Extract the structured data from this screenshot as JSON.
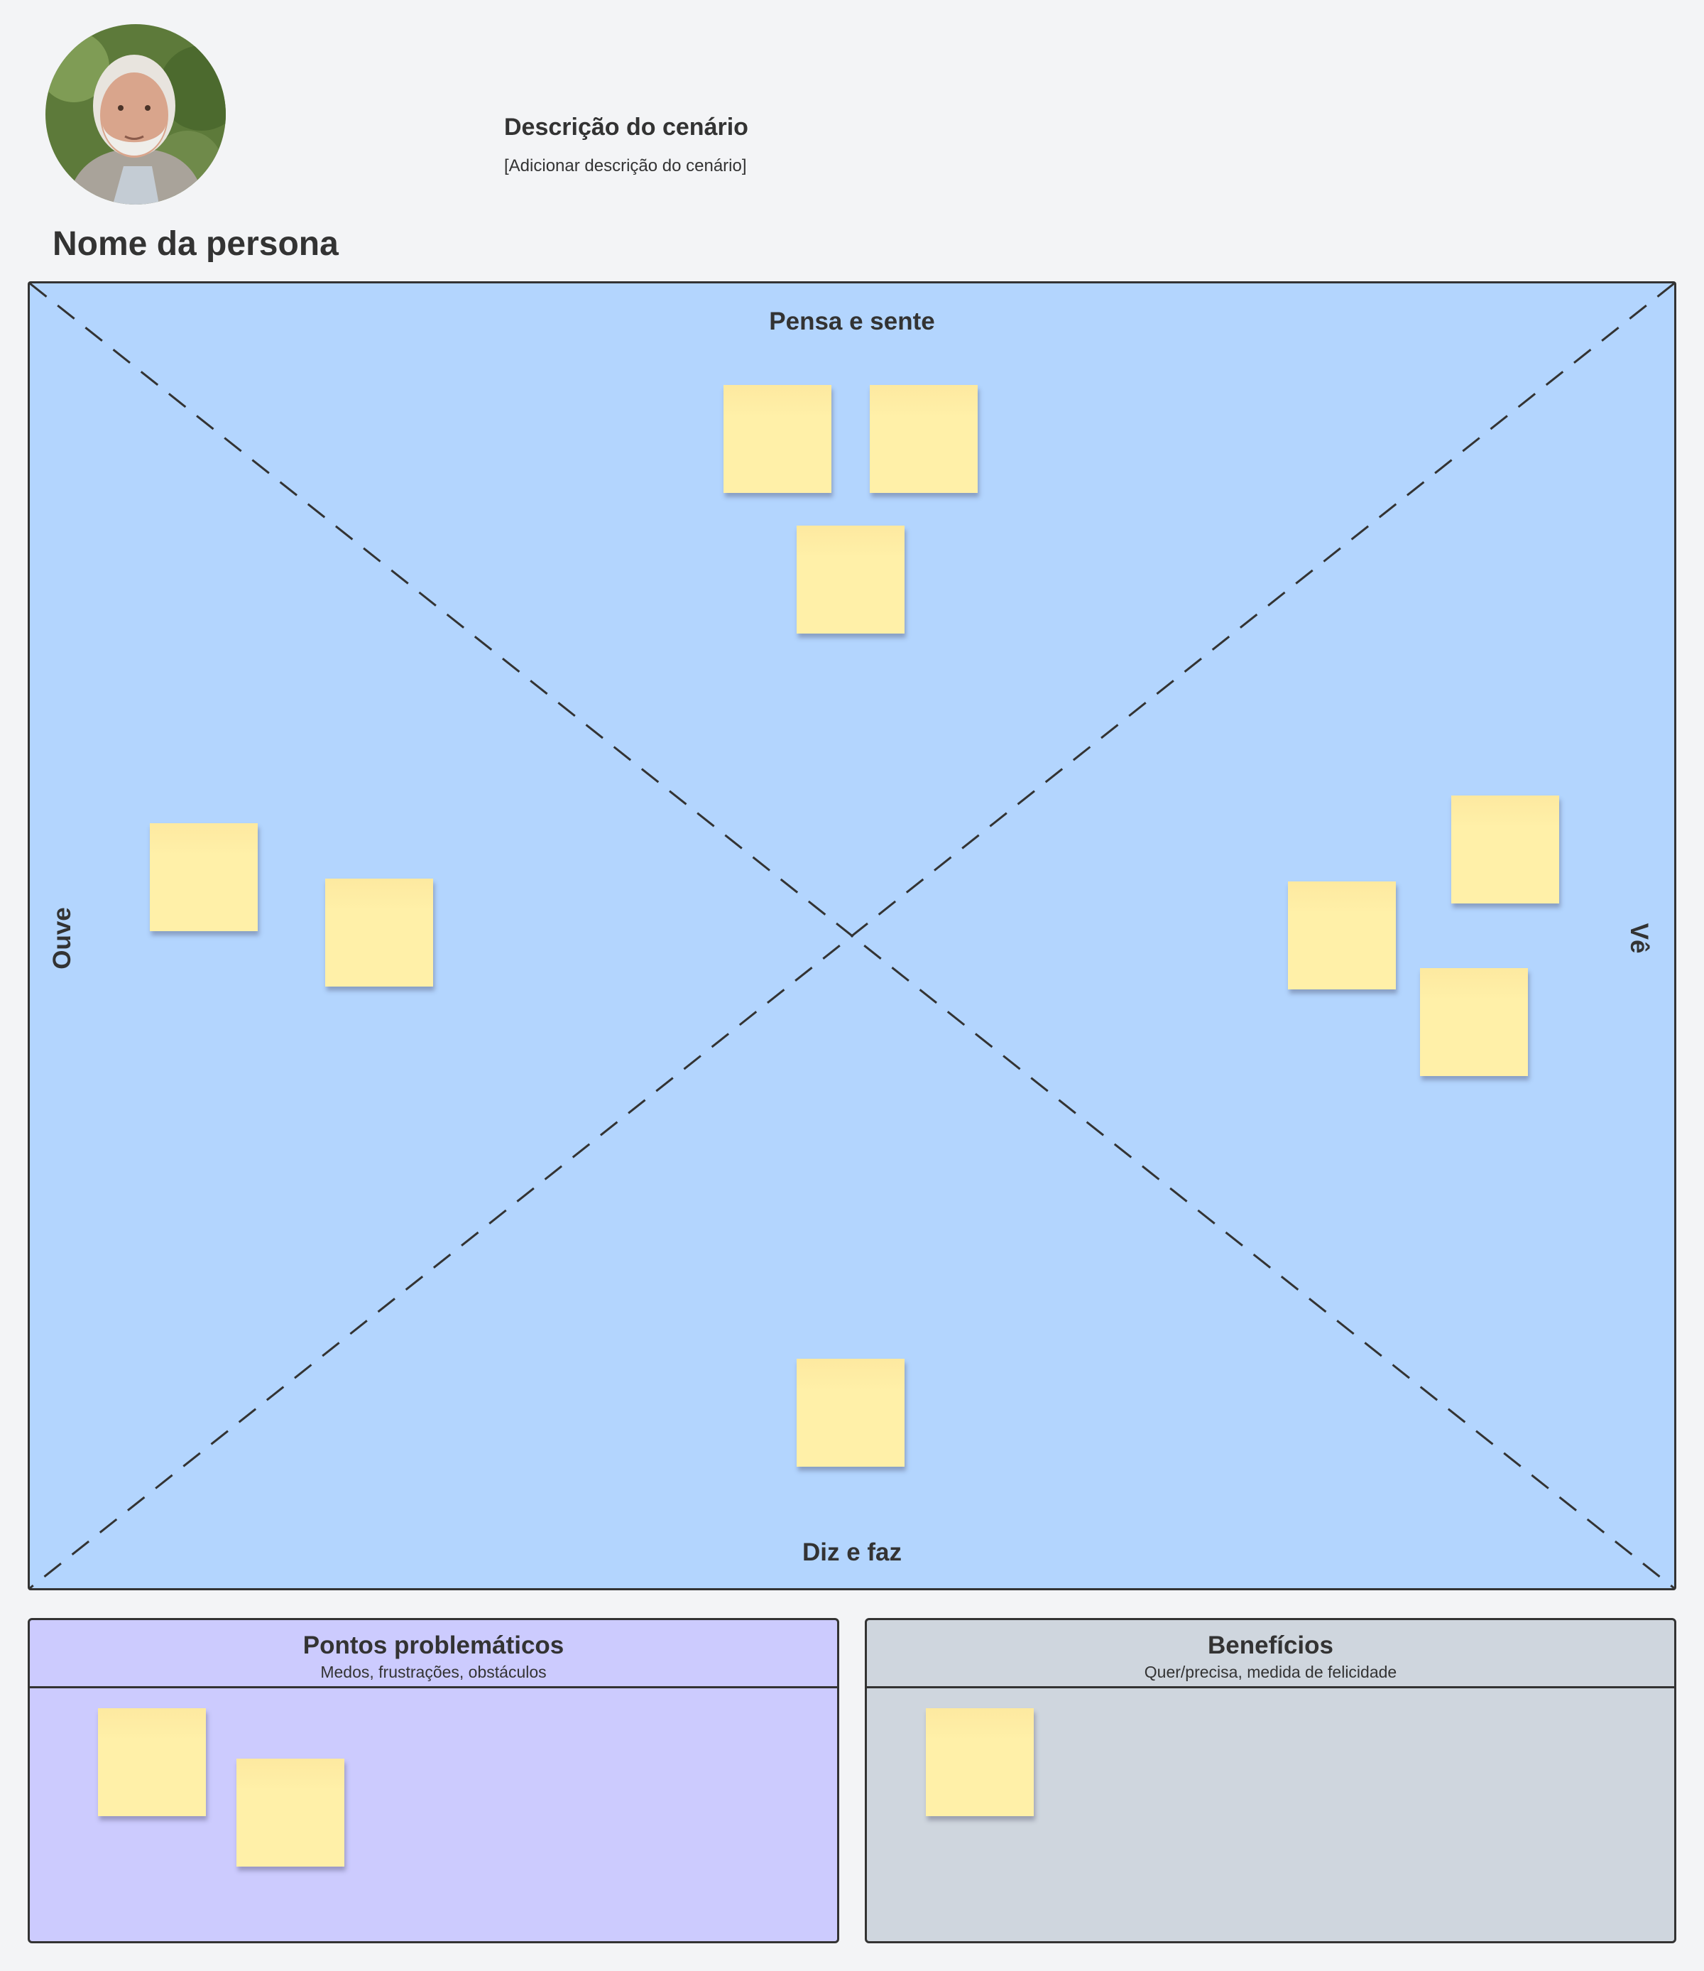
{
  "header": {
    "scenario_title": "Descrição do cenário",
    "scenario_description": "[Adicionar descrição do cenário]",
    "persona_name": "Nome da persona"
  },
  "empathy_map": {
    "top": "Pensa e sente",
    "bottom": "Diz e faz",
    "left": "Ouve",
    "right": "Vê"
  },
  "pains": {
    "title": "Pontos problemáticos",
    "subtitle": "Medos, frustrações, obstáculos"
  },
  "gains": {
    "title": "Benefícios",
    "subtitle": "Quer/precisa, medida de felicidade"
  },
  "colors": {
    "background": "#f3f4f6",
    "map": "#b3d5fe",
    "pains": "#cccbfe",
    "gains": "#cfd6de",
    "sticky": "#fff0a8"
  }
}
